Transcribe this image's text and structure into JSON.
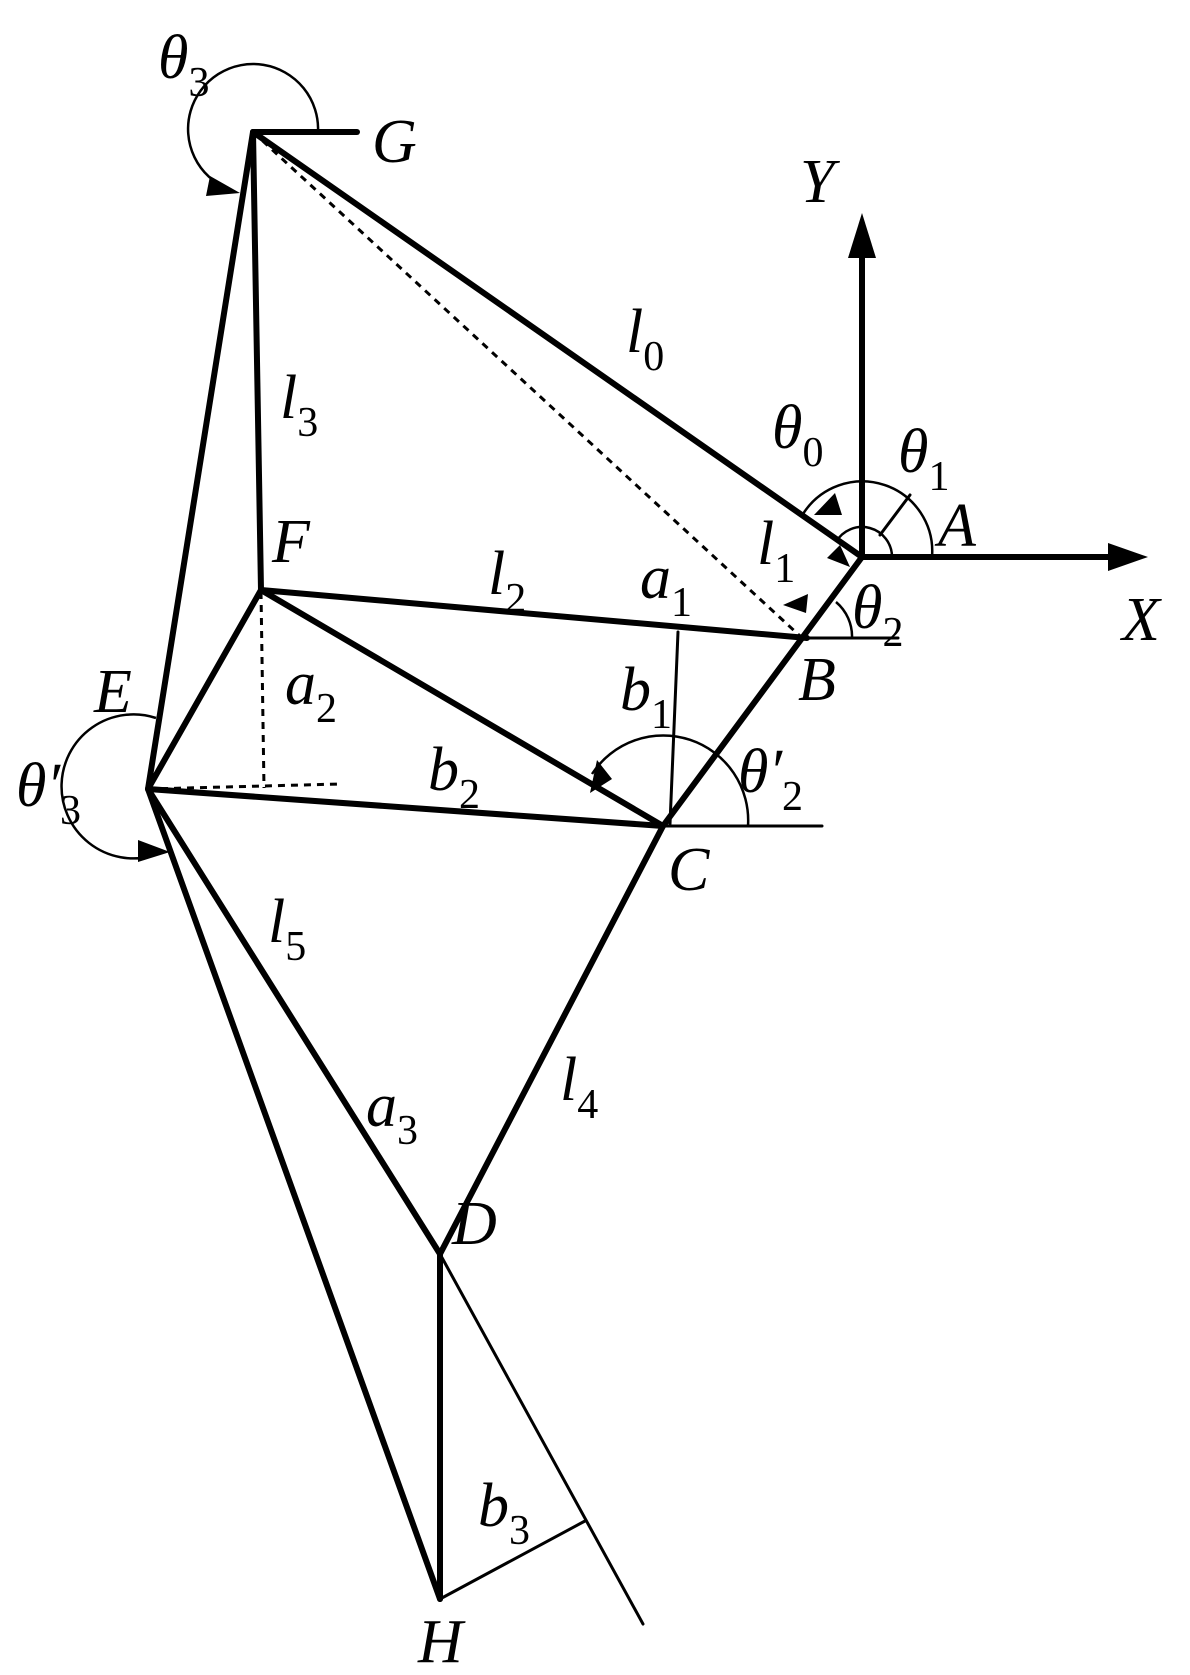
{
  "points": {
    "A": "A",
    "B": "B",
    "C": "C",
    "D": "D",
    "E": "E",
    "F": "F",
    "G": "G",
    "H": "H"
  },
  "axes": {
    "x": "X",
    "y": "Y"
  },
  "links": {
    "l0": {
      "base": "l",
      "sub": "0"
    },
    "l1": {
      "base": "l",
      "sub": "1"
    },
    "l2": {
      "base": "l",
      "sub": "2"
    },
    "l3": {
      "base": "l",
      "sub": "3"
    },
    "l4": {
      "base": "l",
      "sub": "4"
    },
    "l5": {
      "base": "l",
      "sub": "5"
    },
    "a1": {
      "base": "a",
      "sub": "1"
    },
    "a2": {
      "base": "a",
      "sub": "2"
    },
    "a3": {
      "base": "a",
      "sub": "3"
    },
    "b1": {
      "base": "b",
      "sub": "1"
    },
    "b2": {
      "base": "b",
      "sub": "2"
    },
    "b3": {
      "base": "b",
      "sub": "3"
    }
  },
  "angles": {
    "theta0": {
      "base": "θ",
      "sub": "0"
    },
    "theta1": {
      "base": "θ",
      "sub": "1"
    },
    "theta2": {
      "base": "θ",
      "sub": "2"
    },
    "theta3": {
      "base": "θ",
      "sub": "3"
    },
    "theta2p": {
      "base": "θ′",
      "sub": "2"
    },
    "theta3p": {
      "base": "θ′",
      "sub": "3"
    }
  }
}
